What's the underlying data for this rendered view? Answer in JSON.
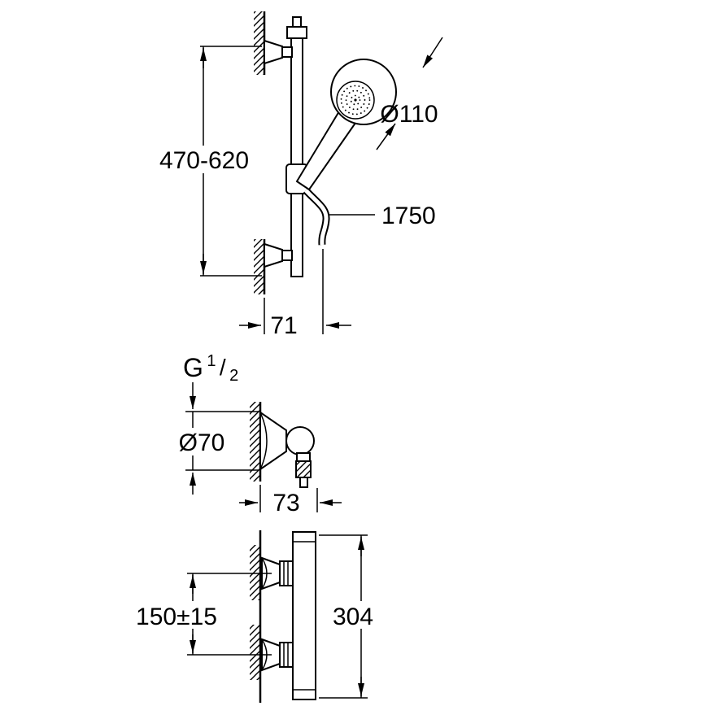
{
  "page": {
    "background_color": "#ffffff",
    "line_color": "#000000",
    "description": "technical-dimension-drawing-shower-set"
  },
  "top_drawing": {
    "name": "shower-rail-with-handshower",
    "rail_height_range": "470-620",
    "handshower_diameter": "Ø110",
    "hose_length": "1750",
    "wall_distance": "71"
  },
  "middle_drawing": {
    "name": "wall-union-elbow",
    "thread_prefix": "G",
    "thread_numerator": "1",
    "thread_slash": "/",
    "thread_denominator": "2",
    "escutcheon_diameter": "Ø70",
    "wall_distance": "73"
  },
  "bottom_drawing": {
    "name": "thermostat-mixer",
    "connection_distance": "150±15",
    "body_height": "304"
  }
}
